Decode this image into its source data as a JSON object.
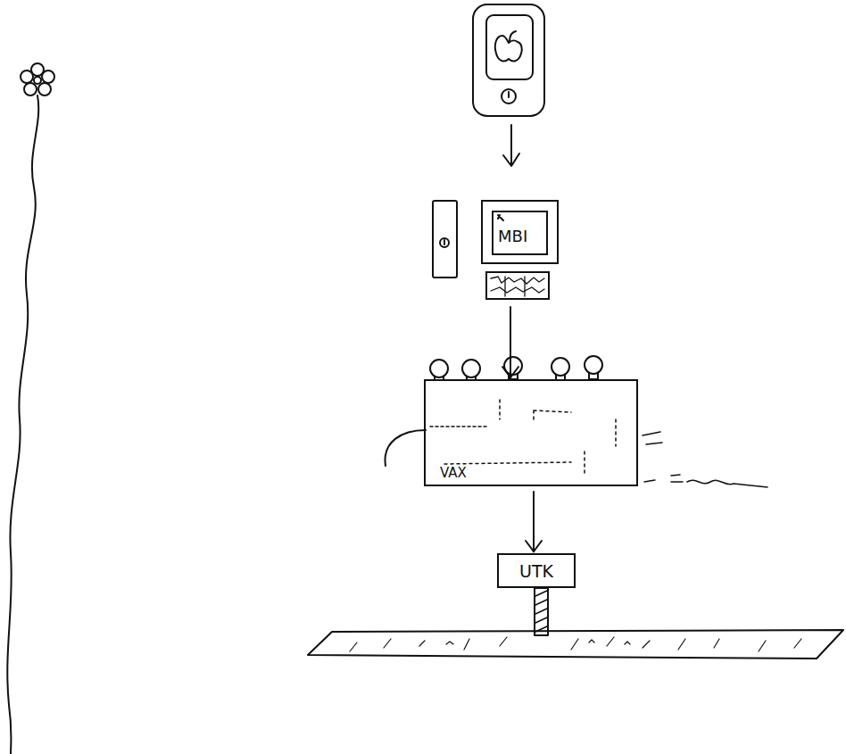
{
  "diagram": {
    "nodes": [
      {
        "text": [
          "MBI"
        ]
      },
      {
        "text": [
          "VAX"
        ]
      },
      {
        "text": [
          "UTK"
        ]
      }
    ],
    "edges": [
      {
        "from": 0,
        "to": 1,
        "arrow": "to"
      },
      {
        "from": 1,
        "to": 2,
        "arrow": "to"
      }
    ]
  }
}
